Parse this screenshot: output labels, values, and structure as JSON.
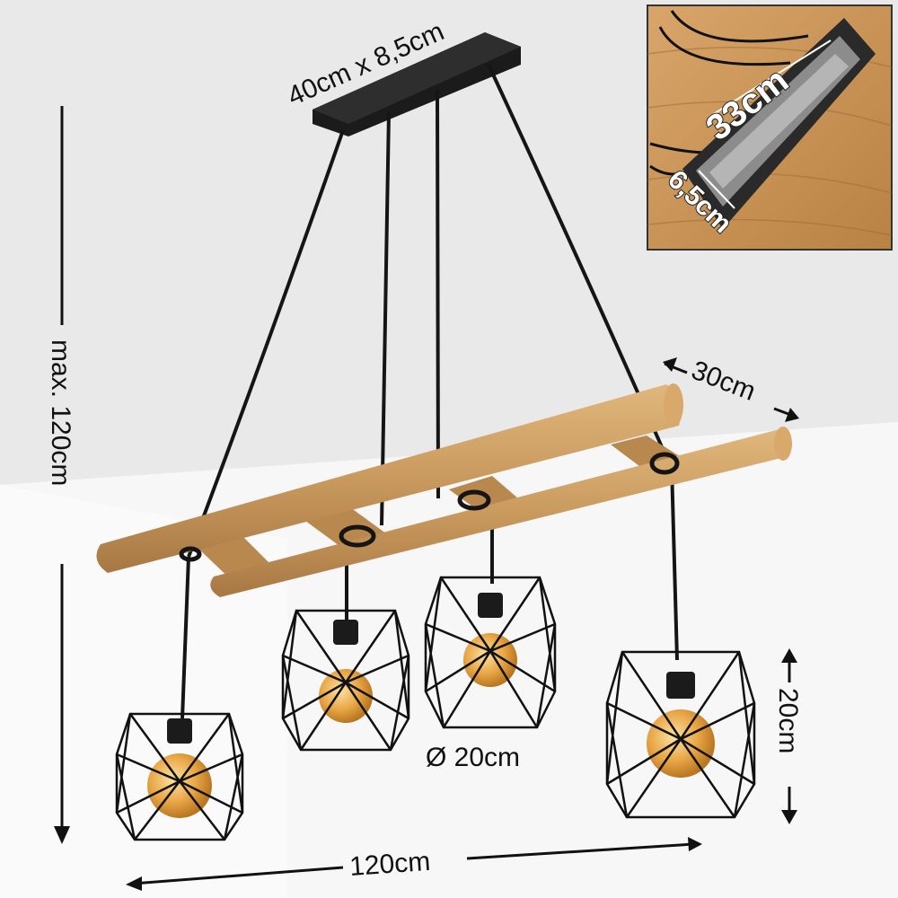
{
  "dimensions": {
    "canopy": "40cm x 8,5cm",
    "max_height": "max. 120cm",
    "depth": "30cm",
    "shade_height": "20cm",
    "shade_diameter": "Ø 20cm",
    "total_width": "120cm"
  },
  "inset": {
    "length": "33cm",
    "width": "6,5cm"
  },
  "colors": {
    "wood": "#c99a5e",
    "metal": "#1b1b1b",
    "bulb": "#e8a545",
    "wall": "#f2f2f2",
    "ceiling": "#e6e6e6"
  }
}
